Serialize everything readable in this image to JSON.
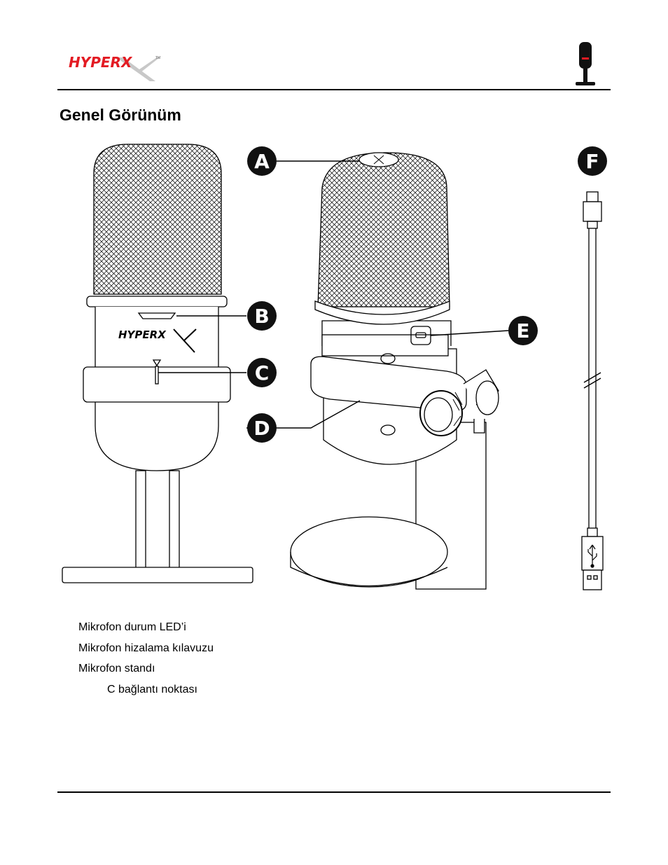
{
  "header": {
    "logo_text": "HYPERX",
    "trademark": "TM"
  },
  "title": "Genel Görünüm",
  "diagram": {
    "callouts": [
      "A",
      "B",
      "C",
      "D",
      "E",
      "F"
    ],
    "stand_logo_text": "HYPERX"
  },
  "legend": [
    {
      "text": "Mikrofon durum LED’i"
    },
    {
      "text": "Mikrofon hizalama kılavuzu"
    },
    {
      "text": "Mikrofon standı"
    },
    {
      "text": "C bağlantı noktası"
    }
  ],
  "colors": {
    "brand_red": "#e31b23",
    "line": "#000000",
    "callout_fill": "#111111"
  },
  "icons": [
    "usb-icon",
    "mute-icon"
  ]
}
